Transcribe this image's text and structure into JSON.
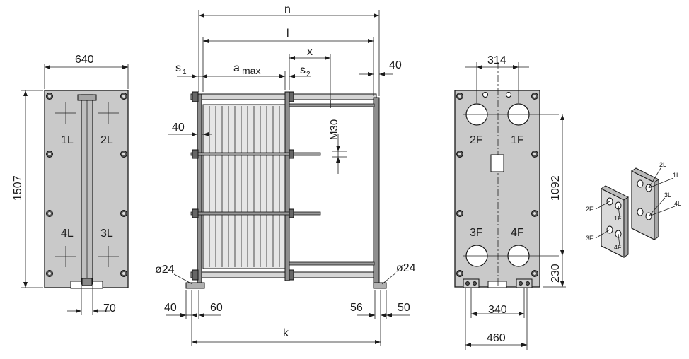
{
  "front_view": {
    "width_dim": "640",
    "height_dim": "1507",
    "bottom_dim": "70",
    "ports": {
      "top_left": "1L",
      "top_right": "2L",
      "bottom_left": "4L",
      "bottom_right": "3L"
    }
  },
  "side_view": {
    "dim_n": "n",
    "dim_l": "l",
    "dim_x": "x",
    "dim_s1": "s",
    "dim_s1_sub": "1",
    "dim_amax": "a",
    "dim_amax_sub": "max",
    "dim_s2": "s",
    "dim_s2_sub": "2",
    "dim_40_top": "40",
    "dim_40_left": "40",
    "dim_m30": "M30",
    "dim_dia_left": "ø24",
    "dim_dia_right": "ø24",
    "dim_40_bottom": "40",
    "dim_60": "60",
    "dim_56": "56",
    "dim_50": "50",
    "dim_k": "k"
  },
  "rear_view": {
    "dim_314": "314",
    "dim_1092": "1092",
    "dim_230": "230",
    "dim_340": "340",
    "dim_460": "460",
    "ports": {
      "top_left": "2F",
      "top_right": "1F",
      "bottom_left": "3F",
      "bottom_right": "4F"
    }
  },
  "iso_view": {
    "labels": {
      "l2": "2L",
      "l1": "1L",
      "l3": "3L",
      "l4": "4L",
      "f2": "2F",
      "f1": "1F",
      "f3": "3F",
      "f4": "4F"
    }
  }
}
